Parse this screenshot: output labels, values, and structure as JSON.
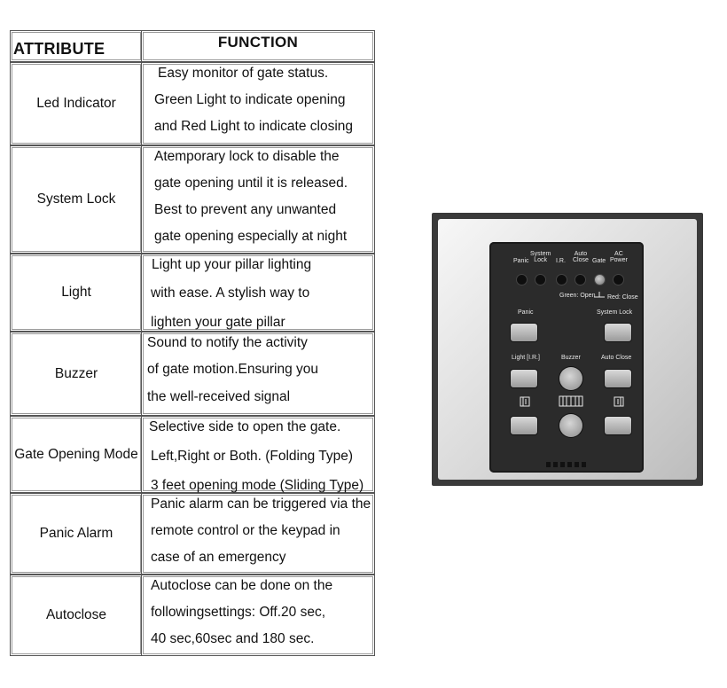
{
  "table": {
    "header": {
      "attribute": "ATTRIBUTE",
      "function": "FUNCTION"
    },
    "rows": [
      {
        "attribute": "Led Indicator",
        "lines": [
          "Easy monitor of gate status.",
          "Green Light to indicate opening",
          "and Red Light to indicate closing"
        ]
      },
      {
        "attribute": "System Lock",
        "lines": [
          "Atemporary lock to disable the",
          "gate opening until it is released.",
          "Best to prevent any unwanted",
          "gate opening especially at night"
        ]
      },
      {
        "attribute": "Light",
        "lines": [
          "Light up your pillar lighting",
          "with ease. A stylish way to",
          "lighten your gate pillar"
        ]
      },
      {
        "attribute": "Buzzer",
        "lines": [
          "Sound to notify the activity",
          "of gate motion.Ensuring you",
          "the well-received signal"
        ]
      },
      {
        "attribute": "Gate Opening Mode",
        "lines": [
          "Selective side to open the gate.",
          "Left,Right or Both. (Folding Type)",
          "3 feet opening mode (Sliding Type)"
        ]
      },
      {
        "attribute": "Panic Alarm",
        "lines": [
          "Panic alarm can be triggered via the",
          "remote control or the keypad in",
          "case of an emergency"
        ]
      },
      {
        "attribute": "Autoclose",
        "lines": [
          "Autoclose can be done on the",
          "followingsettings: Off.20 sec,",
          "40 sec,60sec and 180 sec."
        ]
      }
    ]
  },
  "keypad": {
    "led_labels": {
      "panic": "Panic",
      "system_lock": "System\nLock",
      "ir": "I.R.",
      "auto_close": "Auto\nClose",
      "gate": "Gate",
      "ac_power": "AC\nPower"
    },
    "legend": {
      "green": "Green: Open",
      "red": "Red: Close"
    },
    "button_labels": {
      "panic": "Panic",
      "system_lock": "System Lock",
      "light": "Light [I.R.]",
      "buzzer": "Buzzer",
      "auto_close": "Auto Close"
    },
    "icons": [
      "left-gate-icon",
      "both-gates-icon",
      "right-gate-icon"
    ]
  }
}
